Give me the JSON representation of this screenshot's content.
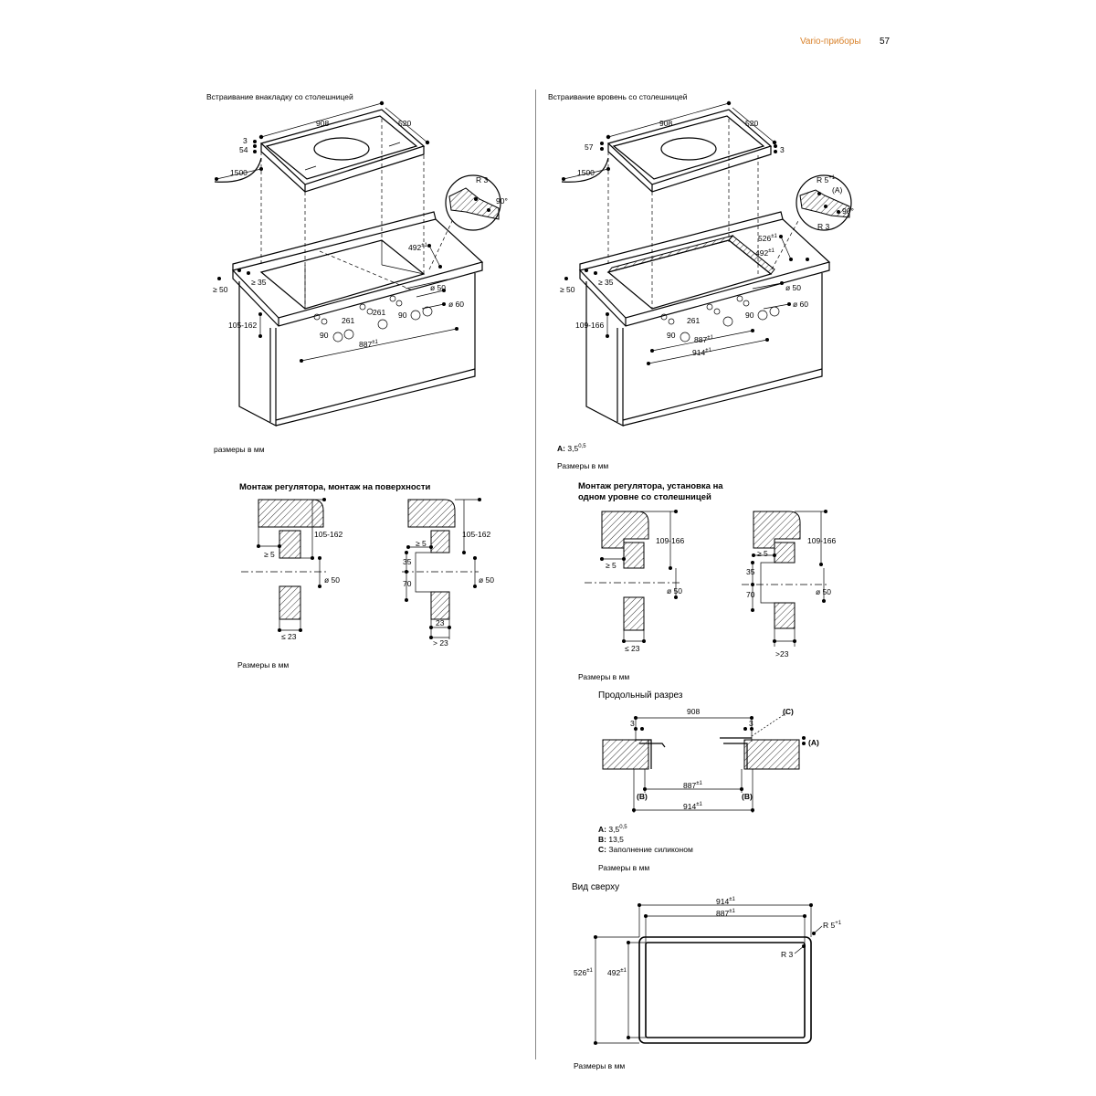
{
  "header": {
    "section": "Vario-приборы",
    "page_number": "57"
  },
  "left": {
    "title": "Встраивание внакладку со столешницей",
    "dims": {
      "width": "908",
      "depth": "520",
      "d3": "3",
      "d54": "54",
      "cable": "1500",
      "r3": "R 3",
      "angle": "90°",
      "cut492": "492",
      "tol": "±1",
      "ge50": "≥ 50",
      "ge35": "≥ 35",
      "h105": "105-162",
      "d261a": "261",
      "d261b": "261",
      "d90": "90",
      "d887": "887",
      "o50": "ø 50",
      "o60": "ø 60"
    },
    "caption": "размеры в мм",
    "knob_title": "Монтаж регулятора, монтаж на поверхности",
    "knob_dims": {
      "h": "105-162",
      "ge5": "≥ 5",
      "o50": "ø 50",
      "le23": "≤ 23",
      "h2": "105-162",
      "ge5b": "≥ 5",
      "d35": "35",
      "d70": "70",
      "o50b": "ø 50",
      "d23": "23",
      "gt23": "> 23"
    },
    "knob_caption": "Размеры в мм"
  },
  "right": {
    "title": "Встраивание вровень со столешницей",
    "dims": {
      "width": "908",
      "depth": "520",
      "d57": "57",
      "d3": "3",
      "cable": "1500",
      "r5": "R 5",
      "r5tol": "+1",
      "a": "(A)",
      "r3": "R 3",
      "angle": "90°",
      "cut526": "526",
      "cut492": "492",
      "tol": "±1",
      "ge50": "≥ 50",
      "ge35": "≥ 35",
      "h109": "109-166",
      "d261": "261",
      "d90": "90",
      "d887": "887",
      "d914": "914",
      "o50": "ø 50",
      "o60": "ø 60"
    },
    "note_a_label": "A:",
    "note_a_value": "3,5",
    "note_a_tol": "0,5",
    "caption": "Размеры в мм",
    "knob_title_1": "Монтаж регулятора, установка на",
    "knob_title_2": "одном уровне со столешницей",
    "knob_dims": {
      "h": "109-166",
      "ge5": "≥ 5",
      "o50": "ø 50",
      "le23": "≤ 23",
      "h2": "109-166",
      "ge5b": "≥ 5",
      "d35": "35",
      "d70": "70",
      "o50b": "ø 50",
      "gt23": ">23"
    },
    "knob_caption": "Размеры в мм",
    "section_title": "Продольный разрез",
    "section_dims": {
      "w908": "908",
      "d3a": "3",
      "d3b": "3",
      "c": "(C)",
      "a": "(A)",
      "d887": "887",
      "d914": "914",
      "b1": "(B)",
      "b2": "(B)",
      "tol": "±1"
    },
    "legend": [
      {
        "key": "A:",
        "text": "3,5",
        "sup": "0,5"
      },
      {
        "key": "B:",
        "text": "13,5",
        "sup": ""
      },
      {
        "key": "C:",
        "text": "Заполнение силиконом",
        "sup": ""
      }
    ],
    "legend_caption": "Размеры в мм",
    "top_title": "Вид сверху",
    "top_dims": {
      "d914": "914",
      "d887": "887",
      "r5": "R 5",
      "r5tol": "+1",
      "r3": "R 3",
      "d526": "526",
      "d492": "492",
      "tol": "±1"
    },
    "top_caption": "Размеры в мм"
  },
  "colors": {
    "accent": "#d9822b",
    "line": "#000000",
    "divider": "#888888"
  }
}
